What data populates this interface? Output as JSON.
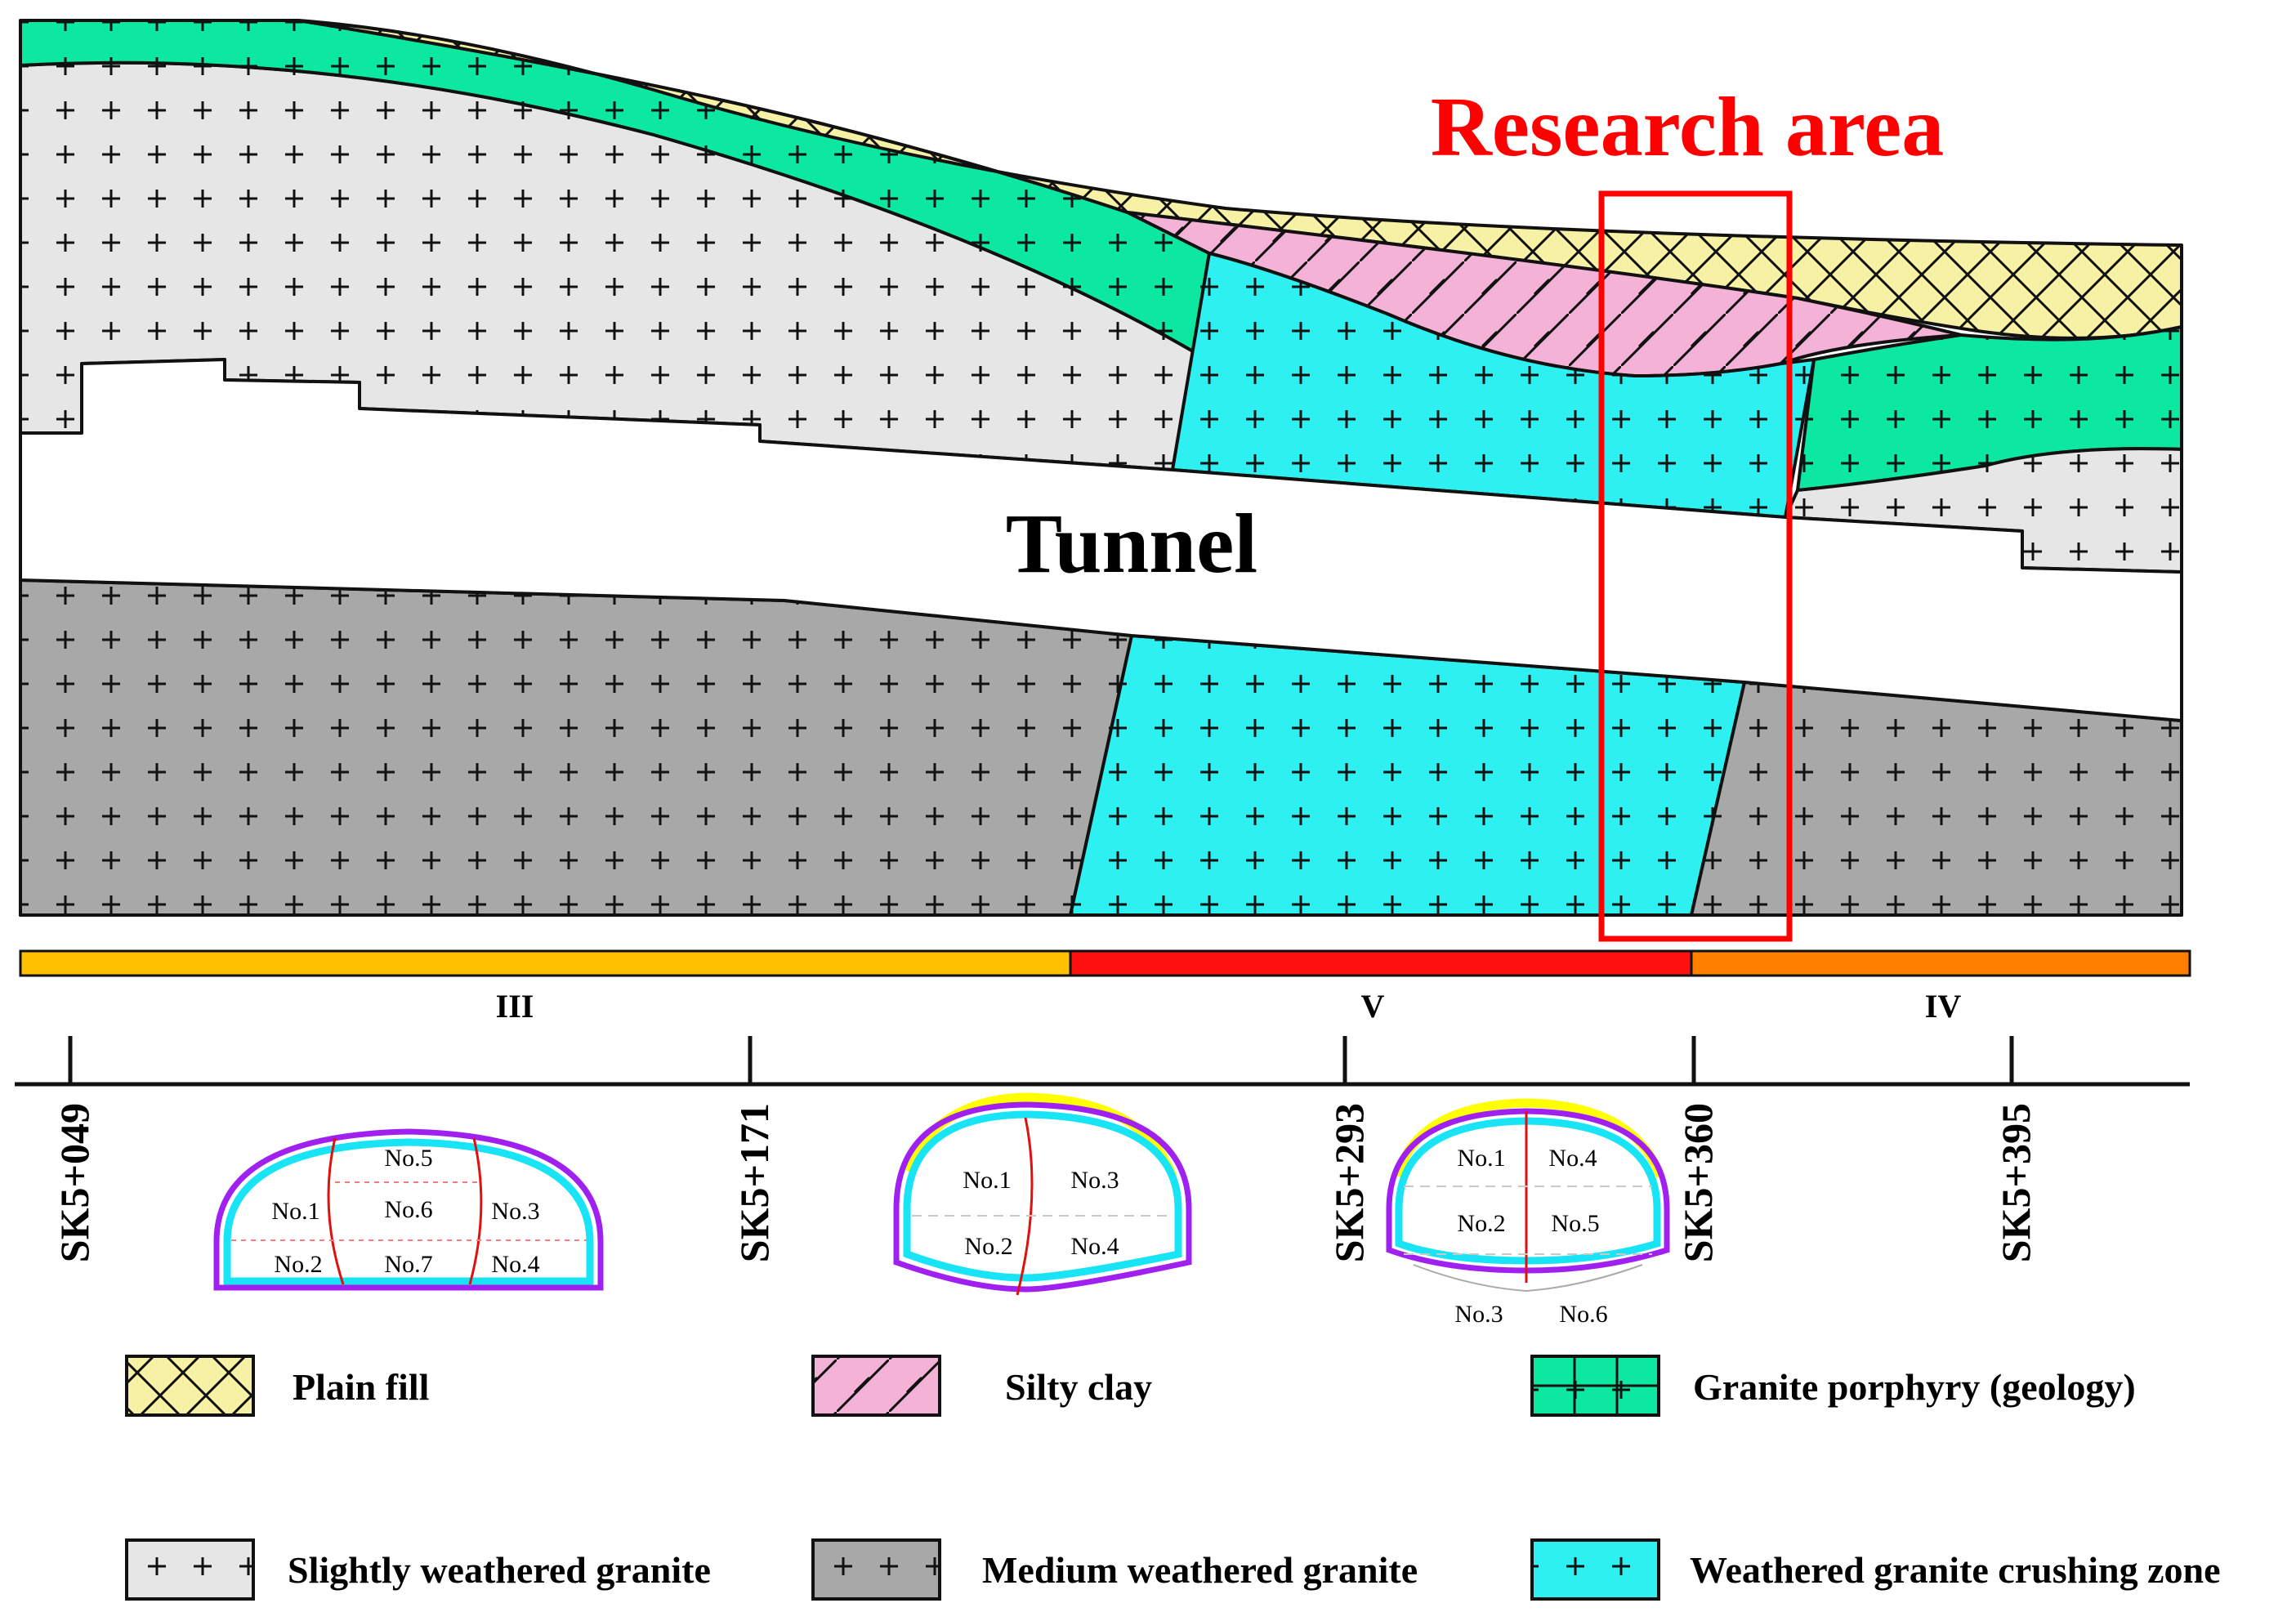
{
  "labels": {
    "research_area": "Research area",
    "tunnel": "Tunnel"
  },
  "colors": {
    "plain_fill": "#f7f1a6",
    "silty_clay": "#f5b2d7",
    "granite_porphyry": "#0ce8a0",
    "slightly_weathered": "#e6e6e6",
    "medium_weathered": "#a8a8a8",
    "crushing_zone": "#2ff0f0",
    "research_box": "#ff0000",
    "grade_III": "#ffc000",
    "grade_V": "#ff1010",
    "grade_IV": "#ff8000",
    "lining_outer": "#a020f0",
    "lining_inner": "#18e4f5",
    "support_yellow": "#ffff00",
    "division_line": "#e01010"
  },
  "grades": [
    {
      "label": "III"
    },
    {
      "label": "V"
    },
    {
      "label": "IV"
    }
  ],
  "stations": [
    "SK5+049",
    "SK5+171",
    "SK5+293",
    "SK5+360",
    "SK5+395"
  ],
  "sections": [
    {
      "cells": [
        "No.1",
        "No.2",
        "No.5",
        "No.6",
        "No.7",
        "No.3",
        "No.4"
      ]
    },
    {
      "cells": [
        "No.1",
        "No.2",
        "No.3",
        "No.4"
      ]
    },
    {
      "cells": [
        "No.1",
        "No.2",
        "No.4",
        "No.5",
        "No.3",
        "No.6"
      ]
    }
  ],
  "legend": [
    {
      "label": "Plain fill",
      "pattern": "crosshatch",
      "color_key": "plain_fill"
    },
    {
      "label": "Silty clay",
      "pattern": "hatch",
      "color_key": "silty_clay"
    },
    {
      "label": "Granite porphyry (geology)",
      "pattern": "plus-grid",
      "color_key": "granite_porphyry"
    },
    {
      "label": "Slightly weathered granite",
      "pattern": "plus",
      "color_key": "slightly_weathered"
    },
    {
      "label": "Medium weathered granite",
      "pattern": "plus",
      "color_key": "medium_weathered"
    },
    {
      "label": "Weathered granite crushing zone",
      "pattern": "plus",
      "color_key": "crushing_zone"
    }
  ]
}
